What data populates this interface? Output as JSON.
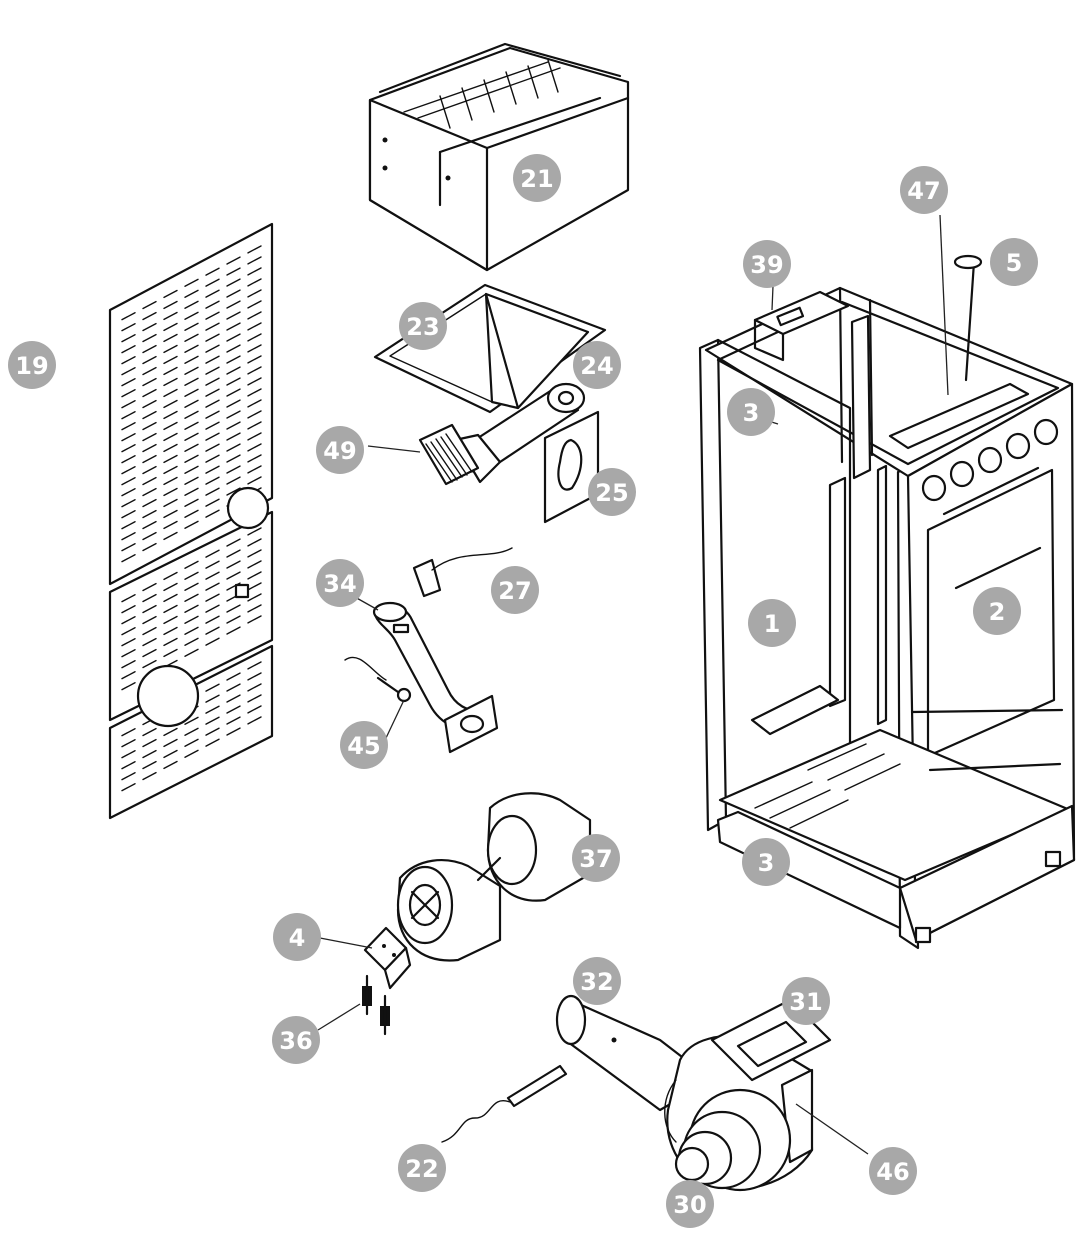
{
  "diagram": {
    "parts": [
      {
        "id": "p21",
        "number": "21"
      },
      {
        "id": "p47",
        "number": "47"
      },
      {
        "id": "p39",
        "number": "39"
      },
      {
        "id": "p5",
        "number": "5"
      },
      {
        "id": "p19",
        "number": "19"
      },
      {
        "id": "p23",
        "number": "23"
      },
      {
        "id": "p24",
        "number": "24"
      },
      {
        "id": "p3a",
        "number": "3"
      },
      {
        "id": "p49",
        "number": "49"
      },
      {
        "id": "p25",
        "number": "25"
      },
      {
        "id": "p27",
        "number": "27"
      },
      {
        "id": "p34",
        "number": "34"
      },
      {
        "id": "p1",
        "number": "1"
      },
      {
        "id": "p2",
        "number": "2"
      },
      {
        "id": "p45",
        "number": "45"
      },
      {
        "id": "p37",
        "number": "37"
      },
      {
        "id": "p3b",
        "number": "3"
      },
      {
        "id": "p4",
        "number": "4"
      },
      {
        "id": "p32",
        "number": "32"
      },
      {
        "id": "p31",
        "number": "31"
      },
      {
        "id": "p36",
        "number": "36"
      },
      {
        "id": "p22",
        "number": "22"
      },
      {
        "id": "p46",
        "number": "46"
      },
      {
        "id": "p30",
        "number": "30"
      }
    ]
  }
}
